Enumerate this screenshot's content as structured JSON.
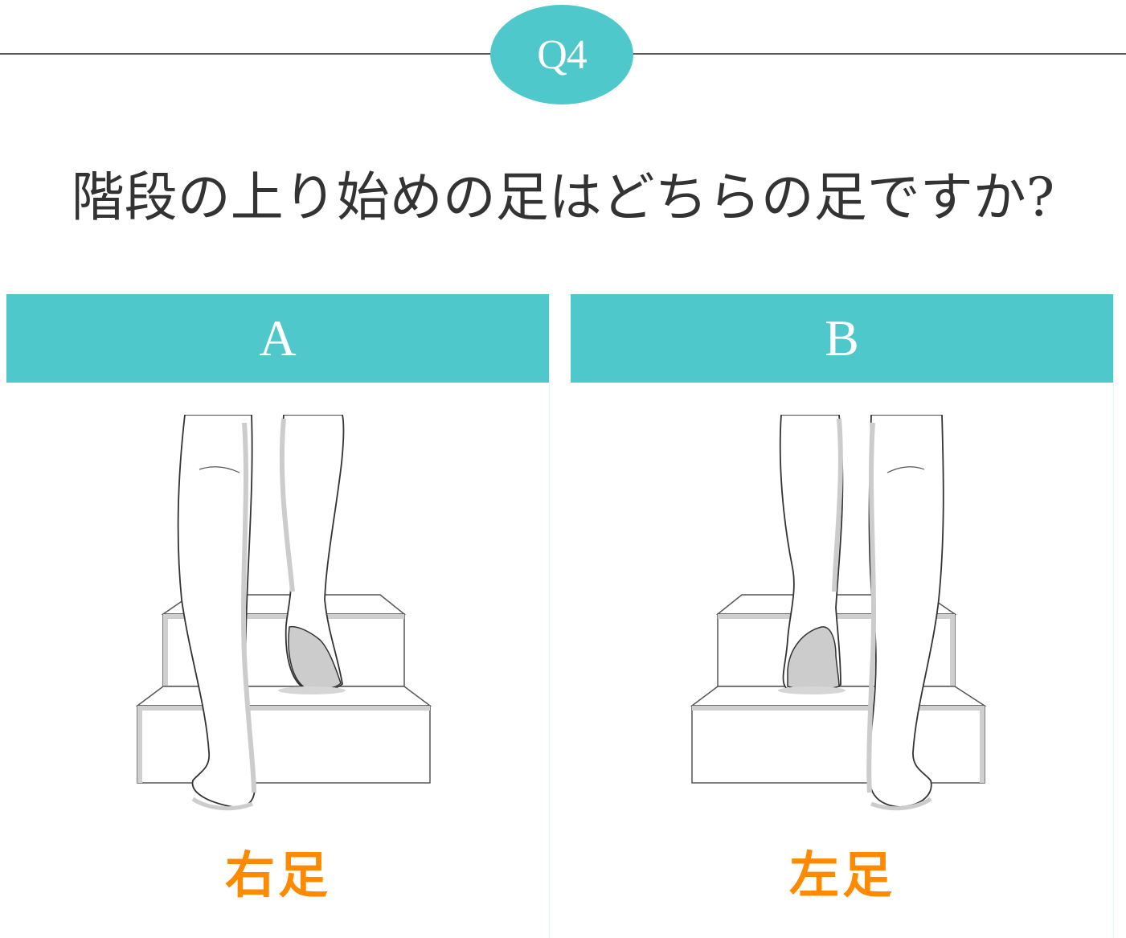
{
  "header": {
    "badge_label": "Q4",
    "question": "階段の上り始めの足はどちらの足ですか?"
  },
  "options": [
    {
      "letter": "A",
      "answer": "右足",
      "illustration": "legs-climbing-stairs-right-foot-first"
    },
    {
      "letter": "B",
      "answer": "左足",
      "illustration": "legs-climbing-stairs-left-foot-first"
    }
  ],
  "colors": {
    "accent": "#4fc8cc",
    "answer": "#ff8a00",
    "text": "#333333",
    "rule": "#5a5a5a"
  }
}
